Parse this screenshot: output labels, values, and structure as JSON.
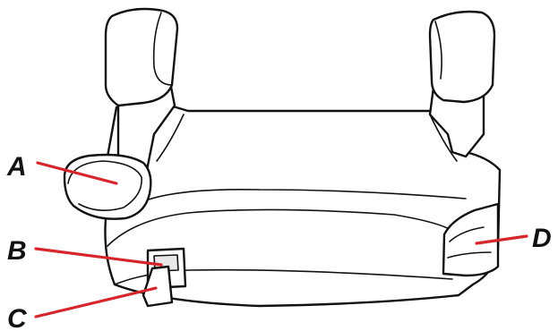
{
  "callouts": [
    {
      "letter": "A"
    },
    {
      "letter": "B"
    },
    {
      "letter": "C"
    },
    {
      "letter": "D"
    }
  ],
  "colors": {
    "outline": "#111111",
    "fill": "#ffffff",
    "callout_line": "#d6262c",
    "label": "#111111"
  },
  "icons": {
    "seat": "booster-seat-icon"
  }
}
